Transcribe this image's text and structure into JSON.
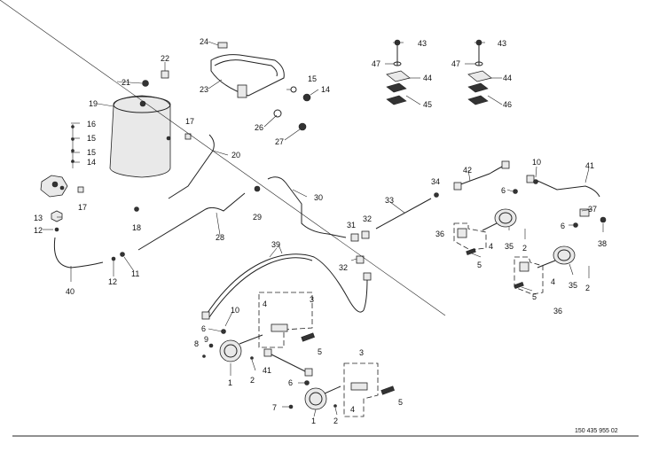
{
  "drawing_number": "150 435 955 02",
  "callouts": {
    "c1a": "1",
    "c1b": "1",
    "c2a": "2",
    "c2b": "2",
    "c2c": "2",
    "c2d": "2",
    "c3a": "3",
    "c3b": "3",
    "c4a": "4",
    "c4b": "4",
    "c4c": "4",
    "c4d": "4",
    "c5a": "5",
    "c5b": "5",
    "c5c": "5",
    "c5d": "5",
    "c6a": "6",
    "c6b": "6",
    "c6c": "6",
    "c6d": "6",
    "c7": "7",
    "c8": "8",
    "c9": "9",
    "c10a": "10",
    "c10b": "10",
    "c11": "11",
    "c12a": "12",
    "c12b": "12",
    "c13": "13",
    "c14a": "14",
    "c14b": "14",
    "c15a": "15",
    "c15b": "15",
    "c15c": "15",
    "c16": "16",
    "c17a": "17",
    "c17b": "17",
    "c18": "18",
    "c19": "19",
    "c20": "20",
    "c21": "21",
    "c22": "22",
    "c23": "23",
    "c24": "24",
    "c26": "26",
    "c27": "27",
    "c28": "28",
    "c29": "29",
    "c30": "30",
    "c31": "31",
    "c32a": "32",
    "c32b": "32",
    "c33": "33",
    "c34": "34",
    "c35a": "35",
    "c35b": "35",
    "c36a": "36",
    "c36b": "36",
    "c37": "37",
    "c38": "38",
    "c39": "39",
    "c40": "40",
    "c41a": "41",
    "c41b": "41",
    "c42": "42",
    "c43a": "43",
    "c43b": "43",
    "c44a": "44",
    "c44b": "44",
    "c45": "45",
    "c46": "46",
    "c47a": "47",
    "c47b": "47"
  }
}
